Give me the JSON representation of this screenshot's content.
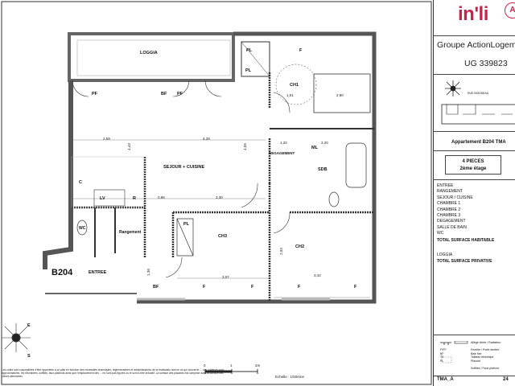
{
  "plan": {
    "apartment_code": "B204",
    "rooms": {
      "loggia": "LOGGIA",
      "sejour": "SEJOUR + CUISINE",
      "ch1": "CH1",
      "ch2": "CH2",
      "ch3": "CH3",
      "degagement": "DEGAGEMENT",
      "sdb": "SDB",
      "wc": "WC",
      "rangement": "Rangement",
      "entree": "ENTREE",
      "ml": "ML",
      "c": "C",
      "r": "R",
      "lv": "LV",
      "pl1": "PL",
      "pl2": "PL",
      "pl3": "PL",
      "pf1": "PF",
      "pf2": "PF",
      "bf1": "BF",
      "bf2": "BF",
      "f1": "F",
      "f2": "F",
      "f3": "F",
      "f4": "F",
      "f5": "F"
    },
    "dimensions": [
      "2,59",
      "4,28",
      "4,43",
      "4,55",
      "0,96",
      "3,30",
      "1,20",
      "3,20",
      "3,07",
      "2,93",
      "3,42",
      "1,36",
      "1,51",
      "2,90"
    ],
    "scale": {
      "ticks": [
        "0",
        "1",
        "2m"
      ],
      "label": "Echelle : 1/50ème"
    },
    "compass_letters": [
      "E",
      "S"
    ],
    "disclaimer": "Les cotes sont susceptibles d'être apportées à ce plan en fonction des nécessités techniques, réglementaires et administratives de la réalisation tant en ce qui concerne ... Les surfaces sont approximatives, les retombées, soffites, faux-plafonds ainsi que l'emplacement des ... ne sont pas figurés ou le sont à titre indicatif. La surface des placards est comprise dans la surface des pièces attenantes."
  },
  "panel": {
    "logo": "in'li",
    "logo_badge": "A",
    "group": "Groupe ActionLogement",
    "ug": "UG 339823",
    "street": "RUE BOISSEAU",
    "apartment_title": "Appartement B204 TMA",
    "pieces": "4 PIECES",
    "floor": "2ème étage",
    "room_list": [
      "ENTREE",
      "RANGEMENT",
      "SEJOUR / CUISINE",
      "CHAMBRE 1",
      "CHAMBRE 2",
      "CHAMBRE 3",
      "DEGAGEMENT",
      "SALLE DE BAIN",
      "WC"
    ],
    "total_habitable": "TOTAL SURFACE HABITABLE",
    "loggia": "LOGGIA",
    "total_privative": "TOTAL SURFACE PRIVATIVE",
    "legend": {
      "l1": "Allège vitrée / Radiateur",
      "l2": "Fenêtre / Porte-fenêtre",
      "l3": "Baie fixe",
      "l4": "Tableau électrique",
      "l5": "Placard",
      "l6": "Soffites / Faux plafond",
      "codes": [
        "F/PF",
        "BF",
        "TE",
        "PL"
      ]
    },
    "footer_left": "TMA_A",
    "footer_right": "24"
  },
  "colors": {
    "brand": "#c8234a",
    "wall": "#555555"
  }
}
